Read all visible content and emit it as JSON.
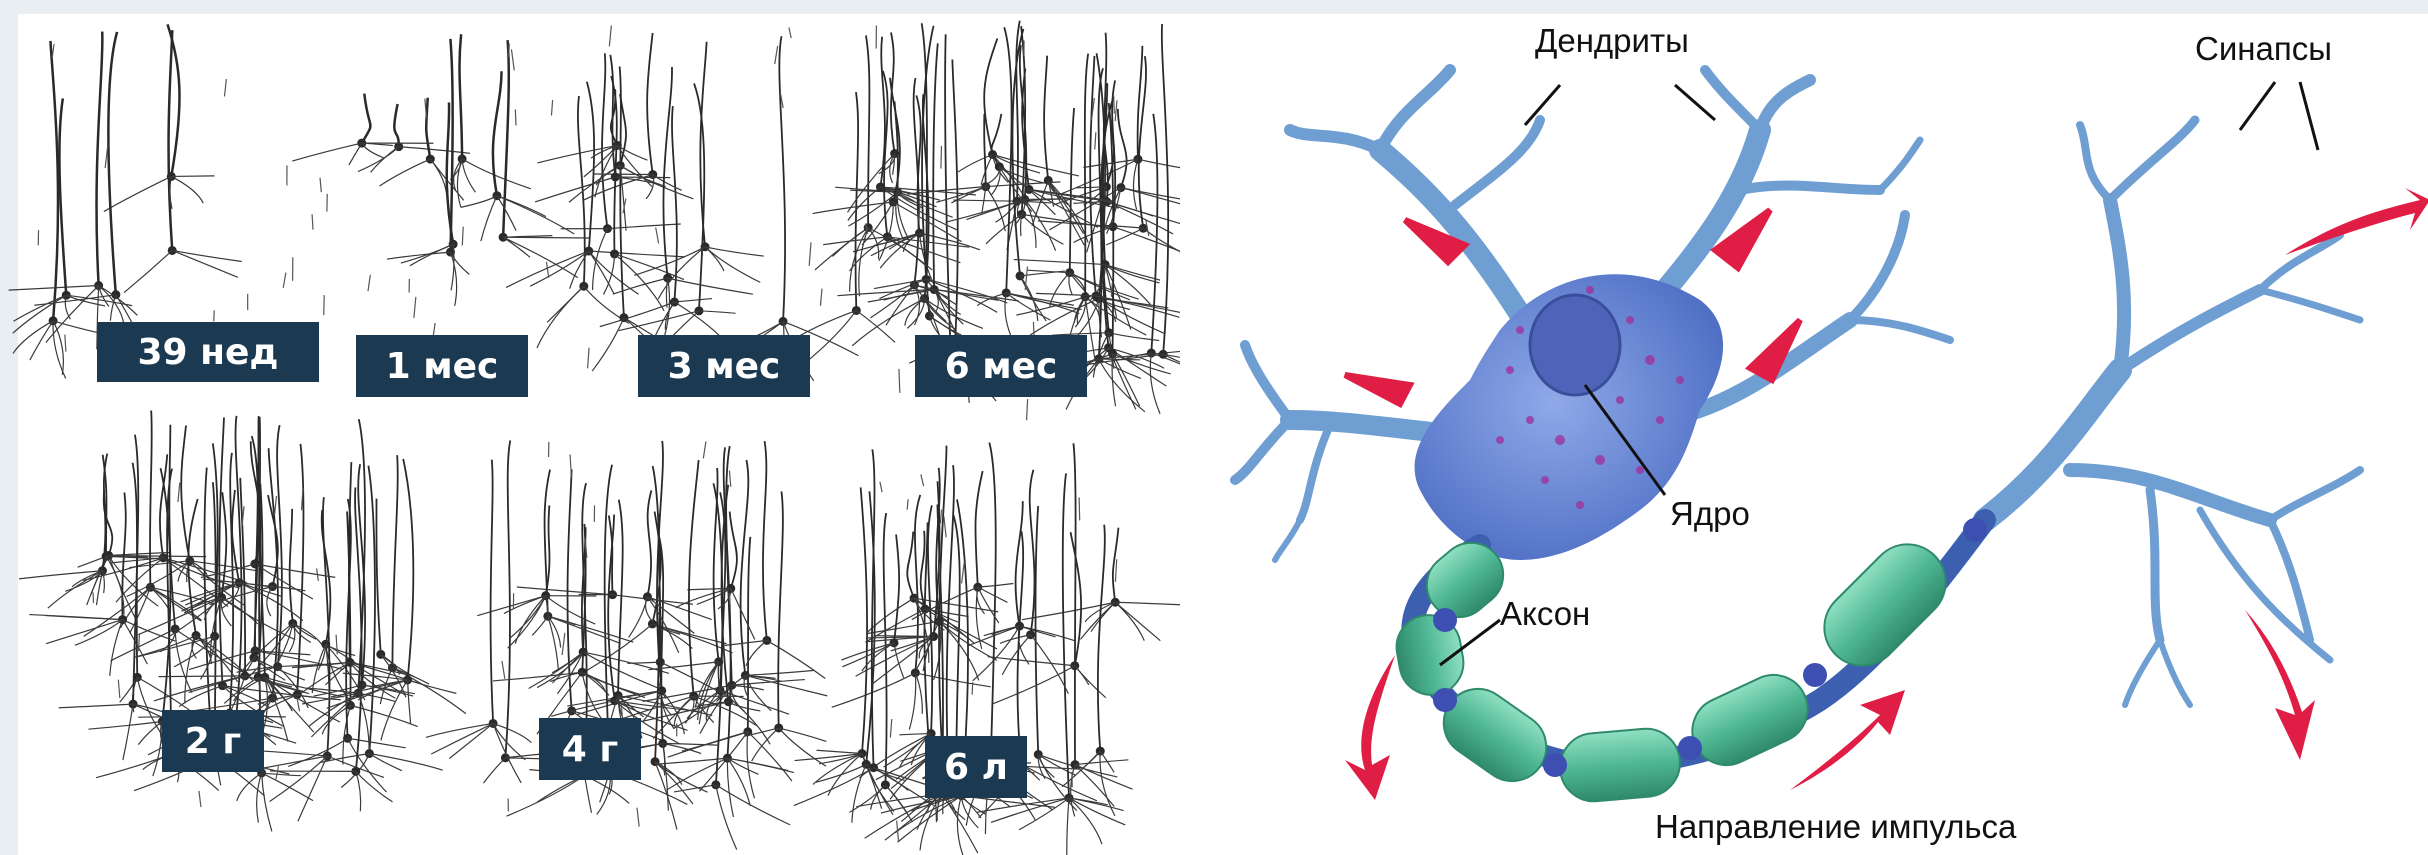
{
  "age_tags": [
    "39 нед",
    "1 мес",
    "3 мес",
    "6 мес",
    "2 г",
    "4 г",
    "6 л"
  ],
  "neuron_labels": {
    "dendrites": "Дендриты",
    "synapses": "Синапсы",
    "nucleus": "Ядро",
    "axon": "Аксон",
    "impulse_direction": "Направление импульса"
  },
  "colors": {
    "tag_bg": "#1b3a52",
    "tag_text": "#ffffff",
    "dendrite": "#6f9fd2",
    "soma": "#5e82cf",
    "myelin": "#4fb794",
    "arrow": "#e01e45",
    "sketch": "#2a2a2a"
  }
}
